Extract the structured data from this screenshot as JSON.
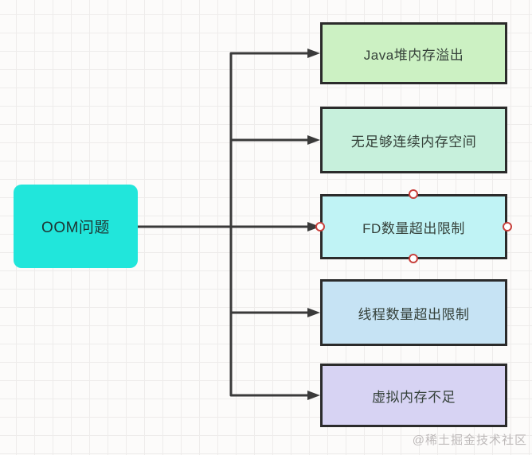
{
  "diagram": {
    "root": {
      "label": "OOM问题",
      "fill": "#21e6db"
    },
    "nodes": [
      {
        "label": "Java堆内存溢出",
        "fill": "#ccf1c3",
        "selected": false
      },
      {
        "label": "无足够连续内存空间",
        "fill": "#c7f0dc",
        "selected": false
      },
      {
        "label": "FD数量超出限制",
        "fill": "#c0f3f5",
        "selected": true
      },
      {
        "label": "线程数量超出限制",
        "fill": "#c6e3f4",
        "selected": false
      },
      {
        "label": "虚拟内存不足",
        "fill": "#d7d3f3",
        "selected": false
      }
    ],
    "connector_color": "#3a3a3a",
    "selection_handle_color": "#c8413d"
  },
  "watermark": {
    "text": "@稀土掘金技术社区"
  }
}
